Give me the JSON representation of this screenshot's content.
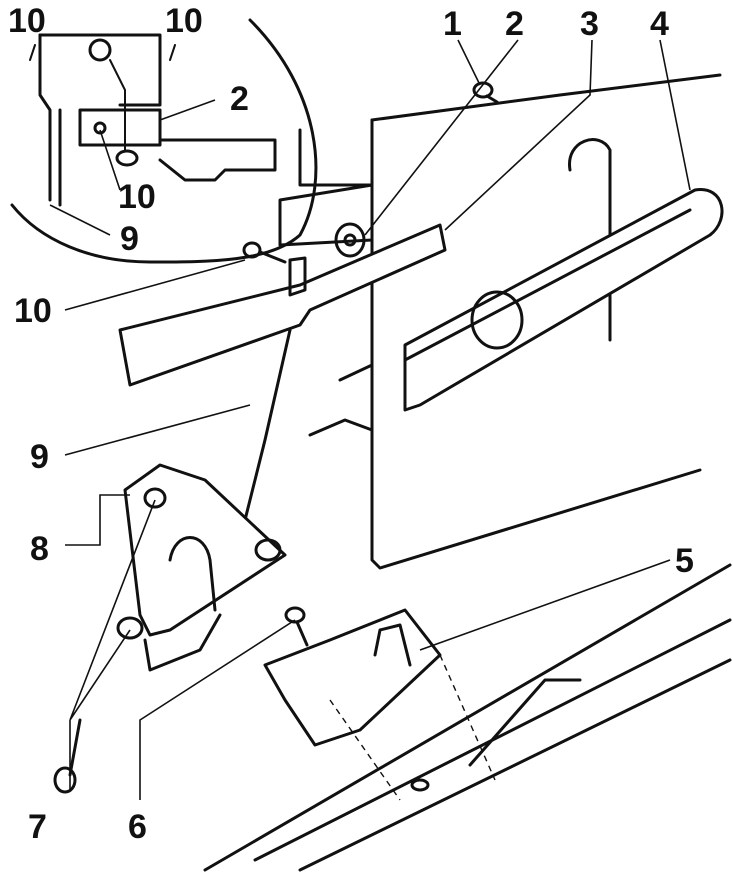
{
  "callouts": {
    "c1": "1",
    "c2": "2",
    "c3": "3",
    "c4": "4",
    "c5": "5",
    "c6": "6",
    "c7": "7",
    "c8": "8",
    "c9": "9",
    "c10": "10",
    "inset_c10_left": "10",
    "inset_c10_right": "10",
    "inset_c2": "2",
    "inset_c10_bottom": "10",
    "inset_c9": "9"
  }
}
